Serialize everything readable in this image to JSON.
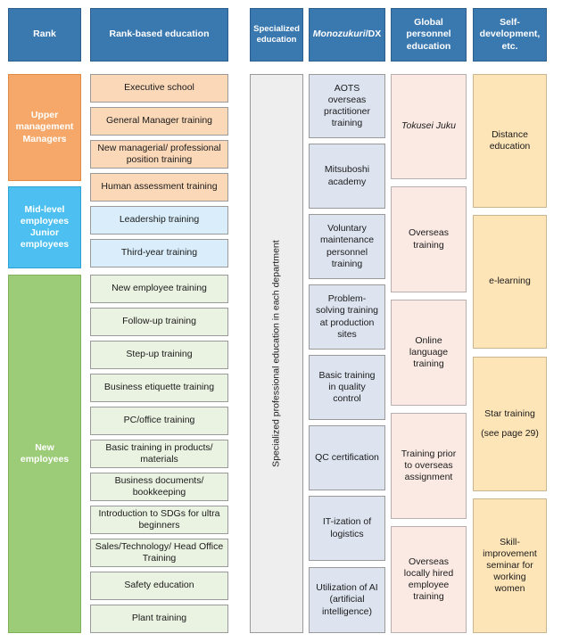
{
  "headers": {
    "rank": "Rank",
    "rank_based": "Rank-based education",
    "specialized": "Specialized education",
    "monozukuri_italic": "Monozukuri",
    "monozukuri_suffix": "/DX",
    "global": "Global personnel education",
    "self_dev": "Self-development, etc."
  },
  "ranks": {
    "upper": [
      "Upper",
      "management",
      "Managers"
    ],
    "mid": [
      "Mid-level",
      "employees",
      "Junior",
      "employees"
    ],
    "new": "New employees"
  },
  "rank_education": [
    "Executive school",
    "General Manager training",
    "New managerial/ professional position training",
    "Human assessment training",
    "Leadership training",
    "Third-year training",
    "New employee training",
    "Follow-up training",
    "Step-up training",
    "Business etiquette training",
    "PC/office training",
    "Basic training in products/ materials",
    "Business documents/ bookkeeping",
    "Introduction to SDGs for ultra beginners",
    "Sales/Technology/ Head Office Training",
    "Safety education",
    "Plant training"
  ],
  "specialized_label": "Specialized professional education in each department",
  "monozukuri": [
    "AOTS overseas practitioner training",
    "Mitsuboshi academy",
    "Voluntary maintenance personnel training",
    "Problem-solving training at production sites",
    "Basic training in quality control",
    "QC certification",
    "IT-ization of logistics",
    "Utilization of AI (artificial intelligence)"
  ],
  "global": [
    "Tokusei Juku",
    "Overseas training",
    "Online language training",
    "Training prior to overseas assignment",
    "Overseas locally hired employee training"
  ],
  "self_development": [
    "Distance education",
    "e-learning",
    "Star training",
    "(see page 29)",
    "Skill-improvement seminar for working women"
  ],
  "colors": {
    "header": "#3a78b0",
    "rank_upper": "#f5a869",
    "rank_mid": "#4dbff0",
    "rank_new": "#9dcc78",
    "edu_upper": "#fbd8b8",
    "edu_mid": "#d9eefa",
    "edu_new": "#eaf3e2",
    "specialized": "#eeeeee",
    "monozukuri": "#dde4f0",
    "global": "#fbeae4",
    "self_development": "#fde5b8"
  }
}
